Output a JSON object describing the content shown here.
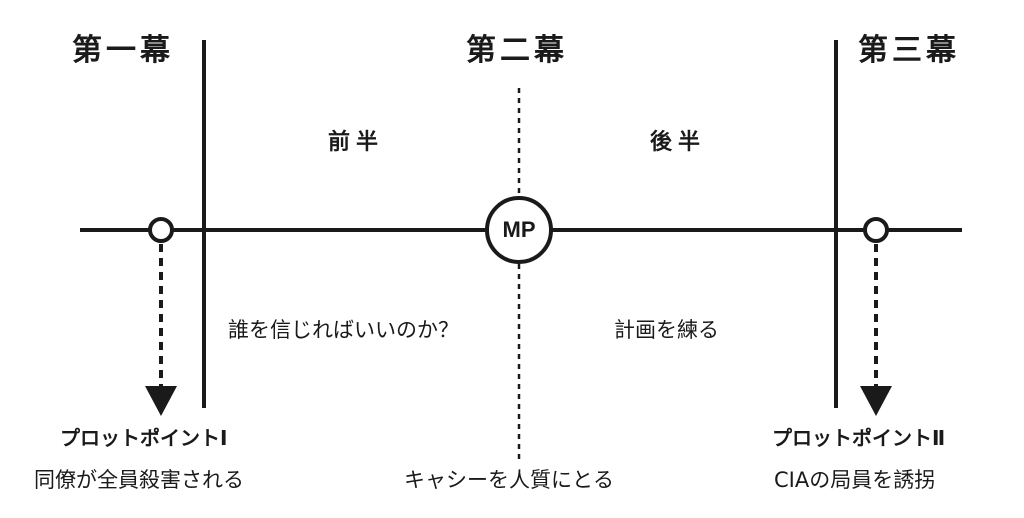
{
  "acts": {
    "act1": "第一幕",
    "act2": "第二幕",
    "act3": "第三幕"
  },
  "halves": {
    "first": "前半",
    "second": "後半"
  },
  "midpoint": {
    "label": "MP"
  },
  "themes": {
    "first_half": "誰を信じればいいのか？",
    "second_half": "計画を練る"
  },
  "plot_points": {
    "one": {
      "label": "プロットポイントⅠ",
      "event": "同僚が全員殺害される"
    },
    "two": {
      "label": "プロットポイントⅡ",
      "event": "CIAの局員を誘拐"
    }
  },
  "midpoint_event": "キャシーを人質にとる",
  "colors": {
    "ink": "#1a1a1a",
    "background": "#ffffff"
  }
}
